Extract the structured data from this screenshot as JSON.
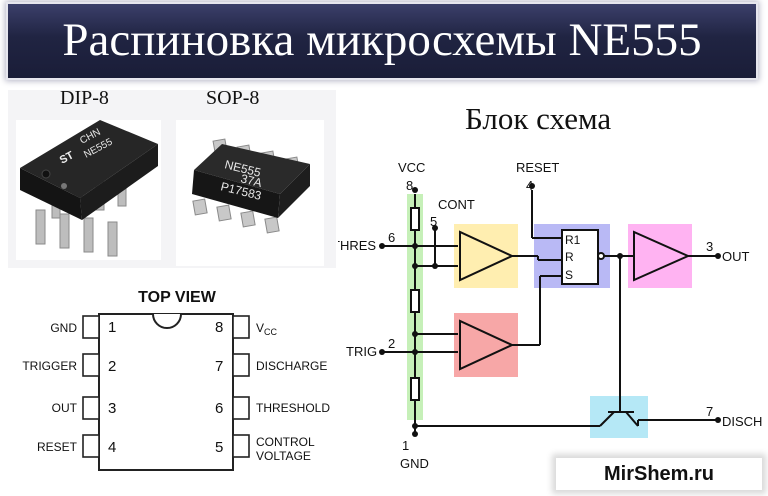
{
  "title": "Распиновка микросхемы NE555",
  "packages": {
    "dip_label": "DIP-8",
    "sop_label": "SOP-8",
    "dip_chip_text": [
      "CHN",
      "NE555"
    ],
    "sop_chip_text": [
      "NE555",
      "37A",
      "P17583"
    ]
  },
  "pinout": {
    "heading": "TOP VIEW",
    "left_pins": [
      {
        "number": "1",
        "label": "GND"
      },
      {
        "number": "2",
        "label": "TRIGGER"
      },
      {
        "number": "3",
        "label": "OUT"
      },
      {
        "number": "4",
        "label": "RESET"
      }
    ],
    "right_pins": [
      {
        "number": "8",
        "label": "V",
        "sub": "CC"
      },
      {
        "number": "7",
        "label": "DISCHARGE"
      },
      {
        "number": "6",
        "label": "THRESHOLD"
      },
      {
        "number": "5",
        "label": "CONTROL",
        "label2": "VOLTAGE"
      }
    ]
  },
  "block": {
    "title": "Блок схема",
    "vcc": "VCC",
    "vcc_pin": "8",
    "reset": "RESET",
    "reset_pin": "4",
    "cont": "CONT",
    "cont_pin": "5",
    "thres": "THRES",
    "thres_pin": "6",
    "trig": "TRIG",
    "trig_pin": "2",
    "out": "OUT",
    "out_pin": "3",
    "disch": "DISCH",
    "disch_pin": "7",
    "gnd": "GND",
    "gnd_pin": "1",
    "ff_r1": "R1",
    "ff_r": "R",
    "ff_s": "S"
  },
  "colors": {
    "banner": "#202442",
    "divider_green": "#c6f0b8",
    "comparator_yellow": "#ffeeb0",
    "comparator_red": "#f7a7a7",
    "flipflop_blue": "#b9b9f5",
    "buffer_pink": "#ffb3f2",
    "transistor_cyan": "#b5e8f6"
  },
  "site": "MirShem.ru"
}
